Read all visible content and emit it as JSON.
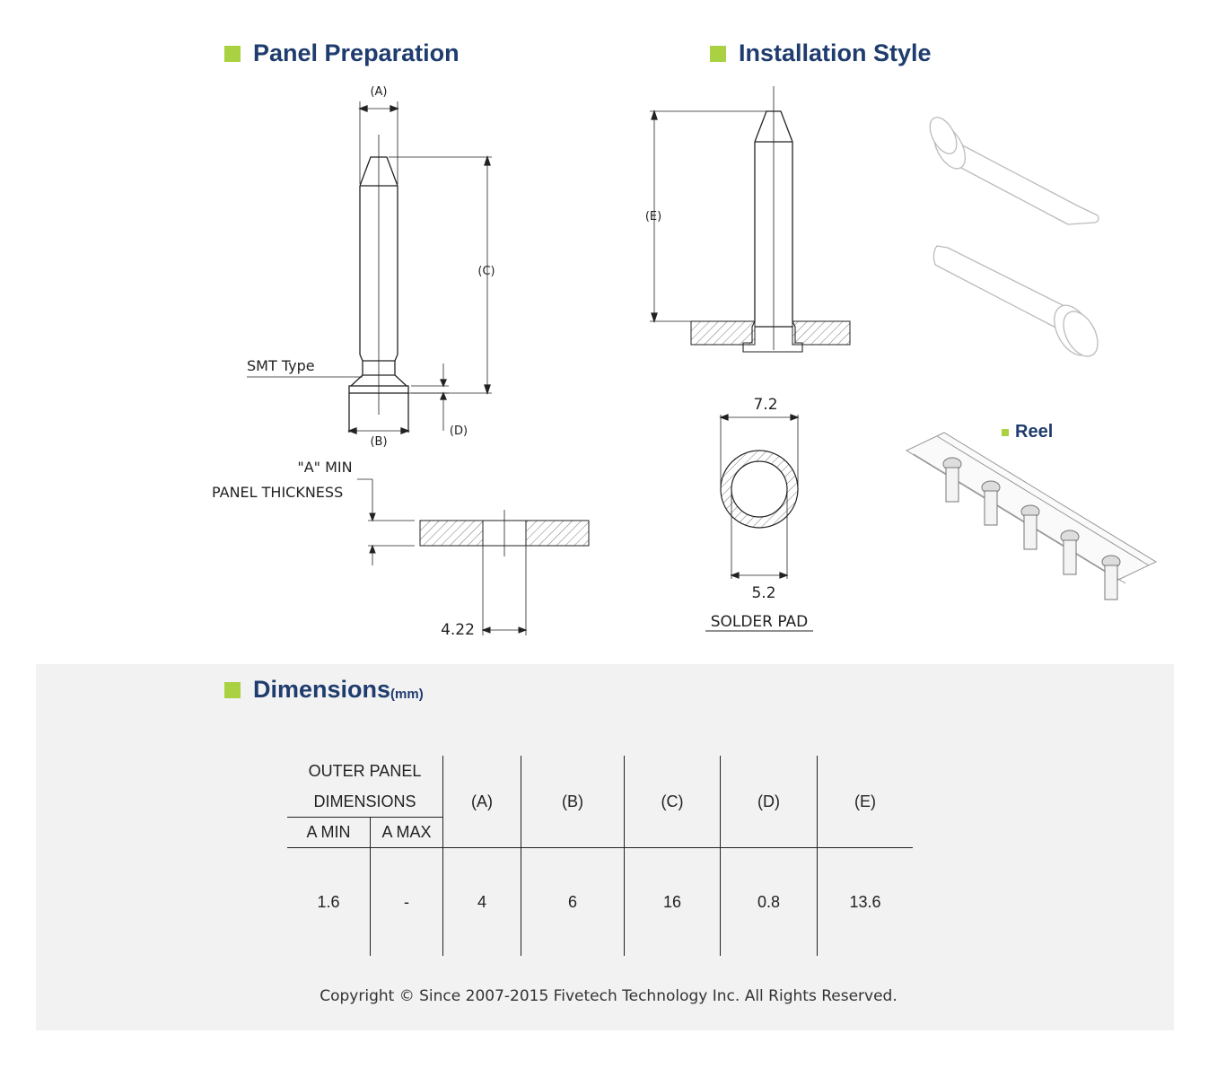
{
  "colors": {
    "accent": "#a9d141",
    "title": "#1f3c6e",
    "panel_bg": "#f2f2f2"
  },
  "sections": {
    "panel_preparation": "Panel Preparation",
    "installation_style": "Installation Style",
    "dimensions": "Dimensions",
    "dimensions_unit": "(mm)"
  },
  "drawing_labels": {
    "a": "(A)",
    "b": "(B)",
    "c": "(C)",
    "d": "(D)",
    "e": "(E)",
    "smt_type": "SMT  Type",
    "a_min": "\"A\" MIN",
    "panel_thickness": "PANEL THICKNESS",
    "hole_dim": "4.22",
    "pad_outer": "7.2",
    "pad_inner": "5.2",
    "solder_pad": "SOLDER PAD",
    "reel": "Reel"
  },
  "table": {
    "group_header_line1": "OUTER  PANEL",
    "group_header_line2": "DIMENSIONS",
    "a_min": "A MIN",
    "a_max": "A MAX",
    "columns": [
      "(A)",
      "(B)",
      "(C)",
      "(D)",
      "(E)"
    ],
    "row": [
      "1.6",
      "-",
      "4",
      "6",
      "16",
      "0.8",
      "13.6"
    ]
  },
  "copyright": "Copyright © Since 2007-2015 Fivetech Technology Inc. All Rights Reserved."
}
